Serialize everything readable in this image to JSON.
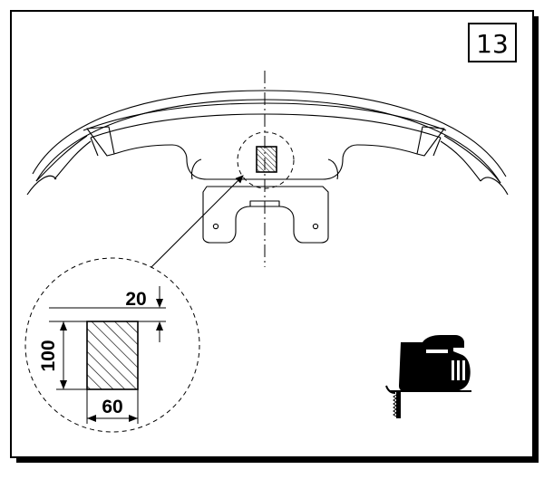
{
  "step_number": "13",
  "dimensions": {
    "top_offset": "20",
    "height": "100",
    "width": "60"
  },
  "icons": {
    "tool": "jigsaw-icon"
  }
}
